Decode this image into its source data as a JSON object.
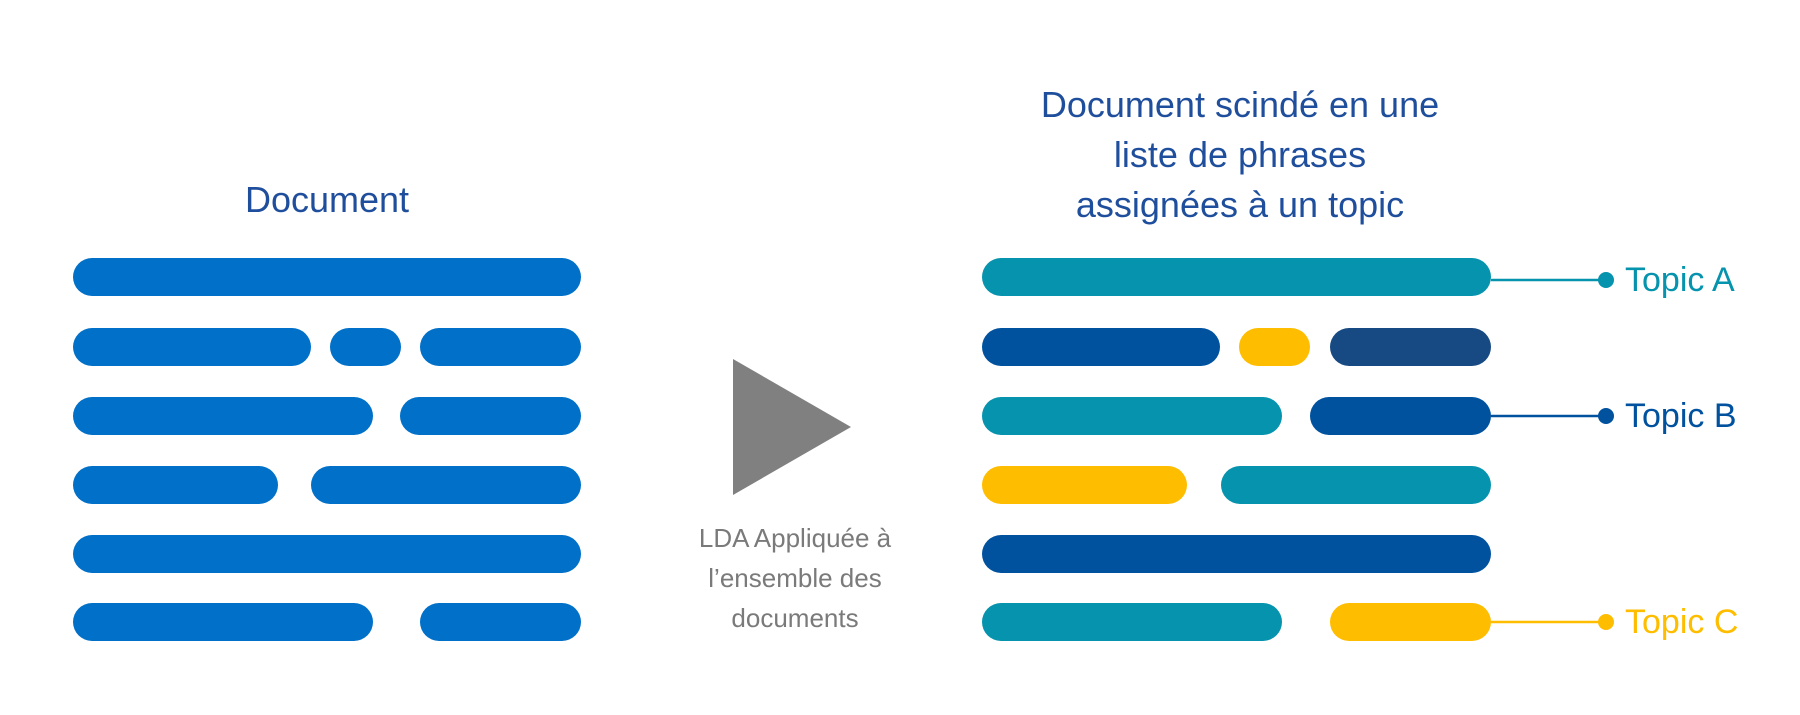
{
  "left_title": "Document",
  "right_title": [
    "Document scindé en une",
    "liste de phrases",
    "assignées à un topic"
  ],
  "arrow_label": [
    "LDA Appliquée à",
    "l’ensemble des",
    "documents"
  ],
  "colors": {
    "doc_blue": "#0070c8",
    "topic_a": "#0593ad",
    "topic_b": "#00529f",
    "topic_b_alt": "#174a82",
    "topic_c": "#ffbd00",
    "arrow": "#808080",
    "heading": "#1f4e9c"
  },
  "topics": [
    {
      "label": "Topic A",
      "color": "#0593ad"
    },
    {
      "label": "Topic B",
      "color": "#00529f"
    },
    {
      "label": "Topic C",
      "color": "#ffbd00"
    }
  ]
}
